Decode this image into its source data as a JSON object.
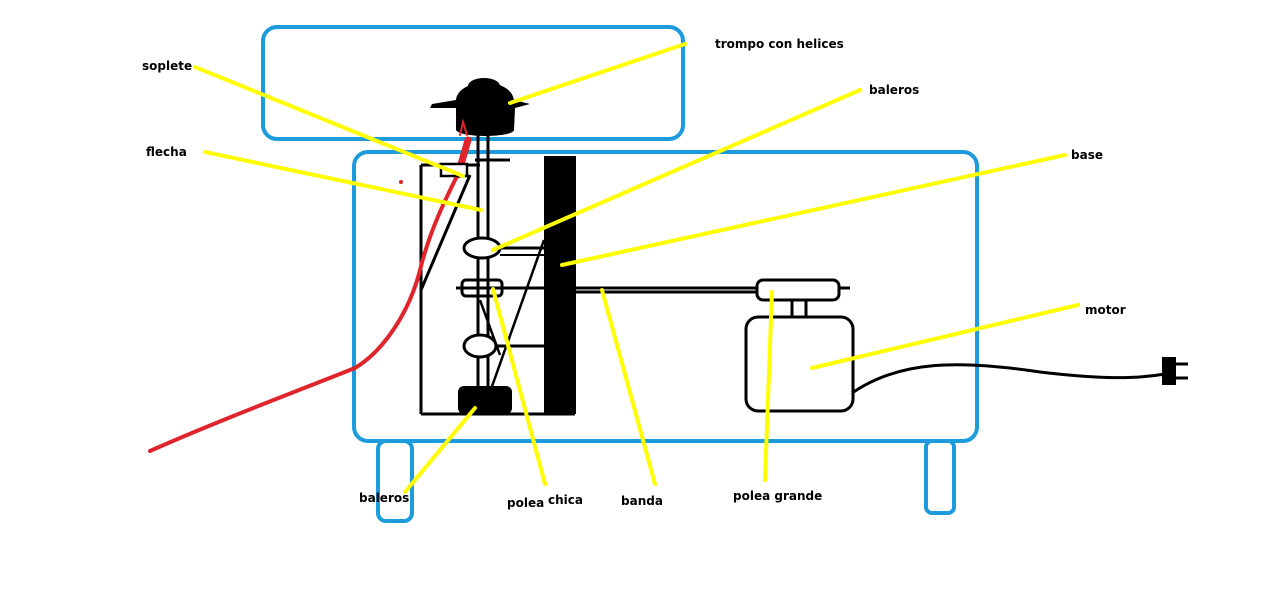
{
  "labels": {
    "soplete": "soplete",
    "flecha": "flecha",
    "trompo": "trompo con helices",
    "baleros_top": "baleros",
    "base": "base",
    "motor": "motor",
    "baleros_bottom": "baleros",
    "polea": "polea",
    "chica": "chica",
    "banda": "banda",
    "polea_grande": "polea grande"
  },
  "colors": {
    "frame": "#1e9bdc",
    "leader": "#ffff00",
    "flame": "#e0242c",
    "ink": "#000000"
  },
  "icons": {
    "plug": "plug-icon"
  }
}
